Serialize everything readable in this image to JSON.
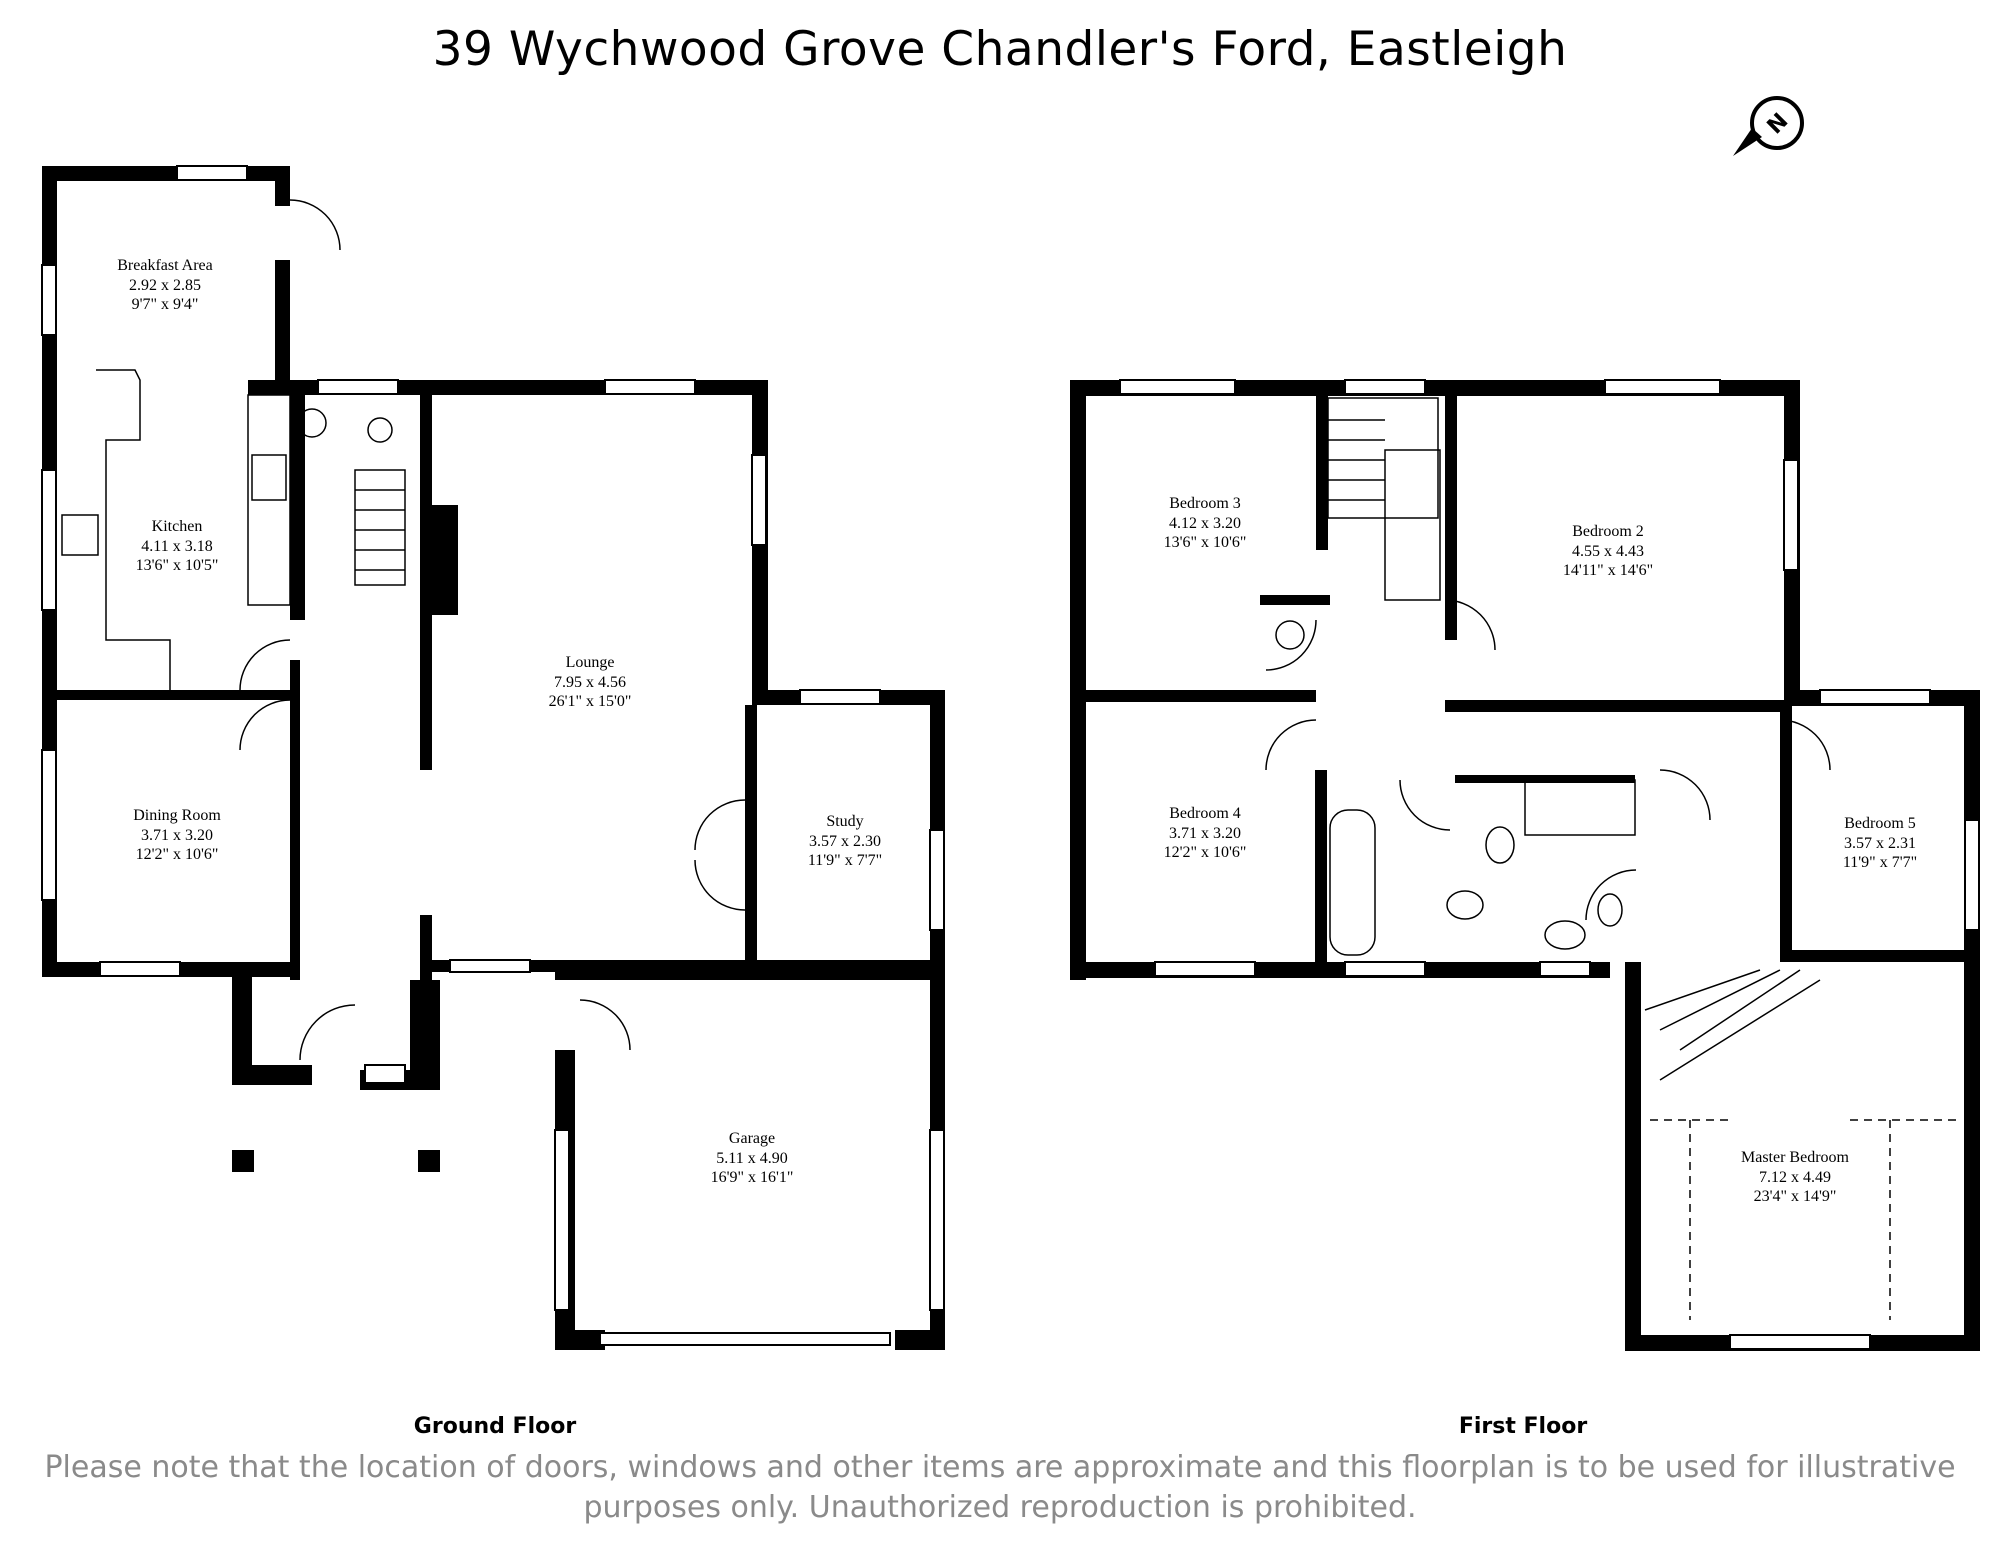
{
  "title": "39 Wychwood Grove Chandler's Ford, Eastleigh",
  "compass": {
    "letter": "N"
  },
  "floors": [
    {
      "label": "Ground Floor",
      "rooms": [
        {
          "name": "Breakfast Area",
          "metric": "2.92 x 2.85",
          "imperial": "9'7\" x 9'4\""
        },
        {
          "name": "Kitchen",
          "metric": "4.11 x 3.18",
          "imperial": "13'6\" x 10'5\""
        },
        {
          "name": "Dining Room",
          "metric": "3.71 x 3.20",
          "imperial": "12'2\" x 10'6\""
        },
        {
          "name": "Lounge",
          "metric": "7.95 x 4.56",
          "imperial": "26'1\" x 15'0\""
        },
        {
          "name": "Study",
          "metric": "3.57 x 2.30",
          "imperial": "11'9\" x 7'7\""
        },
        {
          "name": "Garage",
          "metric": "5.11 x 4.90",
          "imperial": "16'9\" x 16'1\""
        }
      ]
    },
    {
      "label": "First Floor",
      "rooms": [
        {
          "name": "Bedroom 3",
          "metric": "4.12 x 3.20",
          "imperial": "13'6\" x 10'6\""
        },
        {
          "name": "Bedroom 2",
          "metric": "4.55 x 4.43",
          "imperial": "14'11\" x 14'6\""
        },
        {
          "name": "Bedroom 4",
          "metric": "3.71 x 3.20",
          "imperial": "12'2\" x 10'6\""
        },
        {
          "name": "Bedroom 5",
          "metric": "3.57 x 2.31",
          "imperial": "11'9\" x 7'7\""
        },
        {
          "name": "Master Bedroom",
          "metric": "7.12 x 4.49",
          "imperial": "23'4\" x 14'9\""
        }
      ]
    }
  ],
  "disclaimer": "Please note that the location of doors, windows and other items are approximate and this floorplan is to be used for illustrative purposes only. Unauthorized reproduction is prohibited."
}
